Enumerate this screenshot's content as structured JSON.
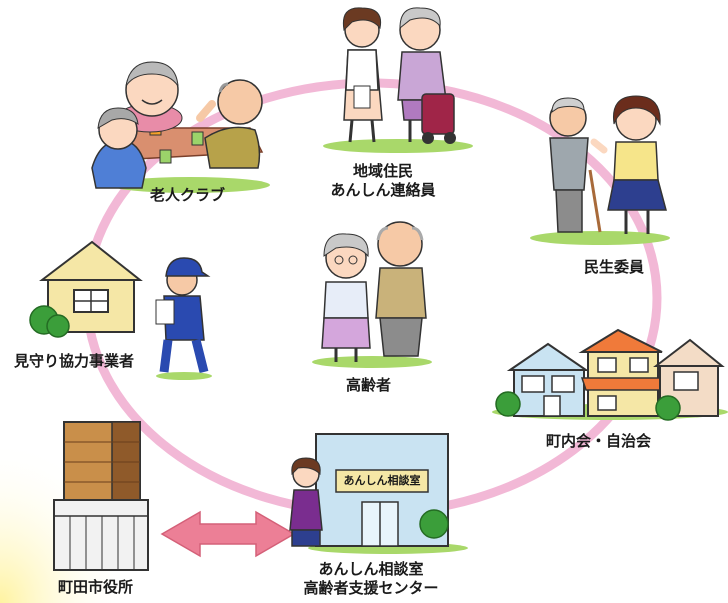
{
  "colors": {
    "ring": "#f2b8d6",
    "arrow": "#ec7f96",
    "grass": "#a9d86a",
    "bush": "#3b9e3a",
    "wall": "#f5e7a6",
    "building_blue": "#c9e3f2"
  },
  "labels": {
    "elders_club": "老人クラブ",
    "liaison_line1": "地域住民",
    "liaison_line2": "あんしん連絡員",
    "welfare_commissioner": "民生委員",
    "watch_partners": "見守り協力事業者",
    "seniors": "高齢者",
    "neighborhood_assoc": "町内会・自治会",
    "city_hall": "町田市役所",
    "center_line1": "あんしん相談室",
    "center_line2": "高齢者支援センター",
    "center_sign": "あんしん相談室"
  },
  "icons": [
    "elders-club-icon",
    "community-liaison-icon",
    "welfare-commissioner-icon",
    "watch-partner-icon",
    "senior-couple-icon",
    "neighborhood-houses-icon",
    "city-hall-icon",
    "support-center-icon",
    "two-way-arrow-icon"
  ]
}
